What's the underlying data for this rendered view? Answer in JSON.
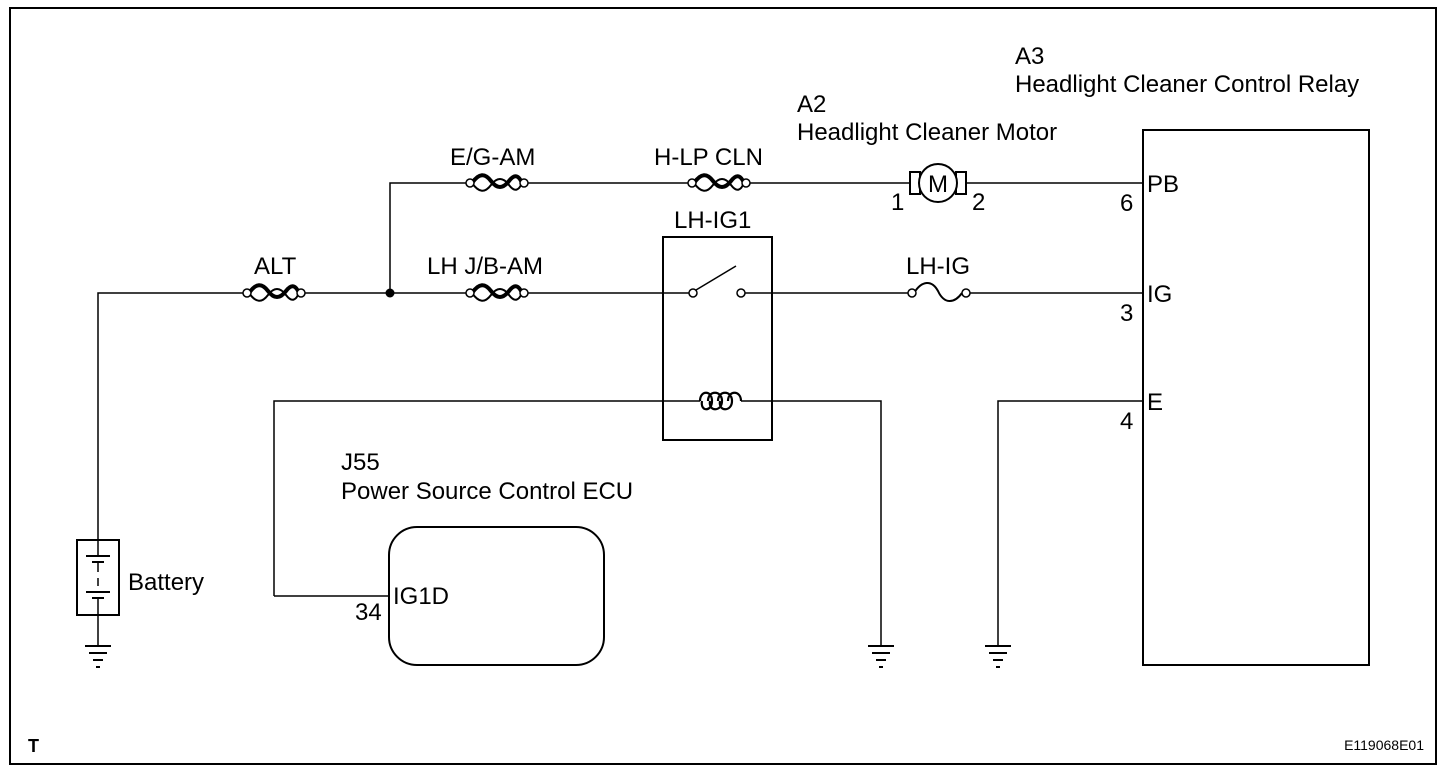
{
  "battery": {
    "label": "Battery"
  },
  "fuses": {
    "alt": "ALT",
    "eg_am": "E/G-AM",
    "h_lp_cln": "H-LP CLN",
    "lh_jb_am": "LH J/B-AM",
    "lh_ig": "LH-IG"
  },
  "relay_lh_ig1": {
    "label": "LH-IG1"
  },
  "motor": {
    "code": "A2",
    "name": "Headlight Cleaner Motor",
    "symbol": "M",
    "pin_left": "1",
    "pin_right": "2"
  },
  "control_relay": {
    "code": "A3",
    "name": "Headlight Cleaner Control Relay",
    "pins": [
      {
        "num": "6",
        "name": "PB"
      },
      {
        "num": "3",
        "name": "IG"
      },
      {
        "num": "4",
        "name": "E"
      }
    ]
  },
  "ecu": {
    "code": "J55",
    "name": "Power Source Control ECU",
    "pin_num": "34",
    "pin_name": "IG1D"
  },
  "corner_mark": "T",
  "figure_id": "E119068E01"
}
